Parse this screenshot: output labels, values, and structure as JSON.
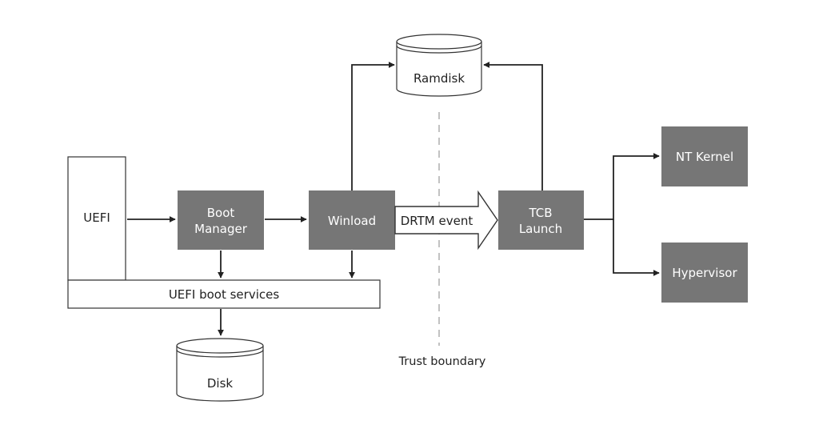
{
  "nodes": {
    "uefi": "UEFI",
    "boot_manager": [
      "Boot",
      "Manager"
    ],
    "winload": "Winload",
    "tcb_launch": [
      "TCB",
      "Launch"
    ],
    "nt_kernel": "NT Kernel",
    "hypervisor": "Hypervisor",
    "uefi_boot_services": "UEFI boot services",
    "ramdisk": "Ramdisk",
    "disk": "Disk"
  },
  "edges": {
    "drtm_event": "DRTM event"
  },
  "annotations": {
    "trust_boundary": "Trust boundary"
  },
  "colors": {
    "box_fill": "#767676",
    "line": "#222222",
    "outline": "#333333",
    "boundary_dash": "#999999"
  }
}
